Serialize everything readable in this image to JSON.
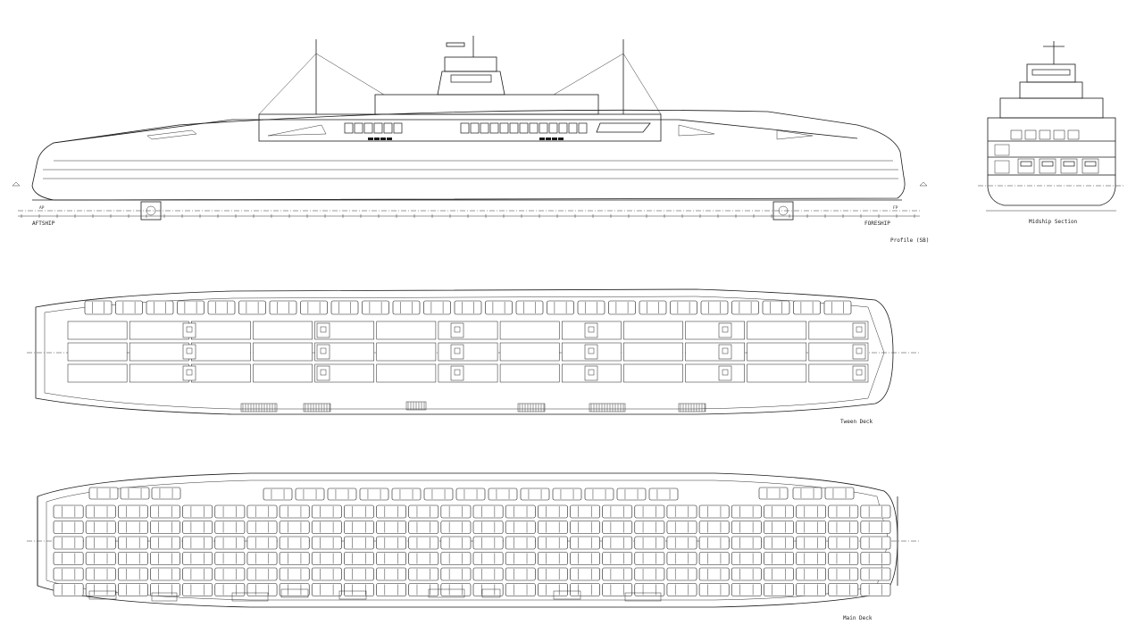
{
  "labels": {
    "profile": "Profile (SB)",
    "midship": "Midship Section",
    "tween": "Tween Deck",
    "main": "Main Deck",
    "aftship": "AFTSHIP",
    "foreship": "FORESHIP",
    "ap": "AP",
    "fp": "FP"
  },
  "tween_deck": {
    "car_lane_count": 25,
    "truck_lanes": 3,
    "truck_columns": 13
  },
  "main_deck": {
    "car_rows": 6,
    "car_columns": 26
  }
}
